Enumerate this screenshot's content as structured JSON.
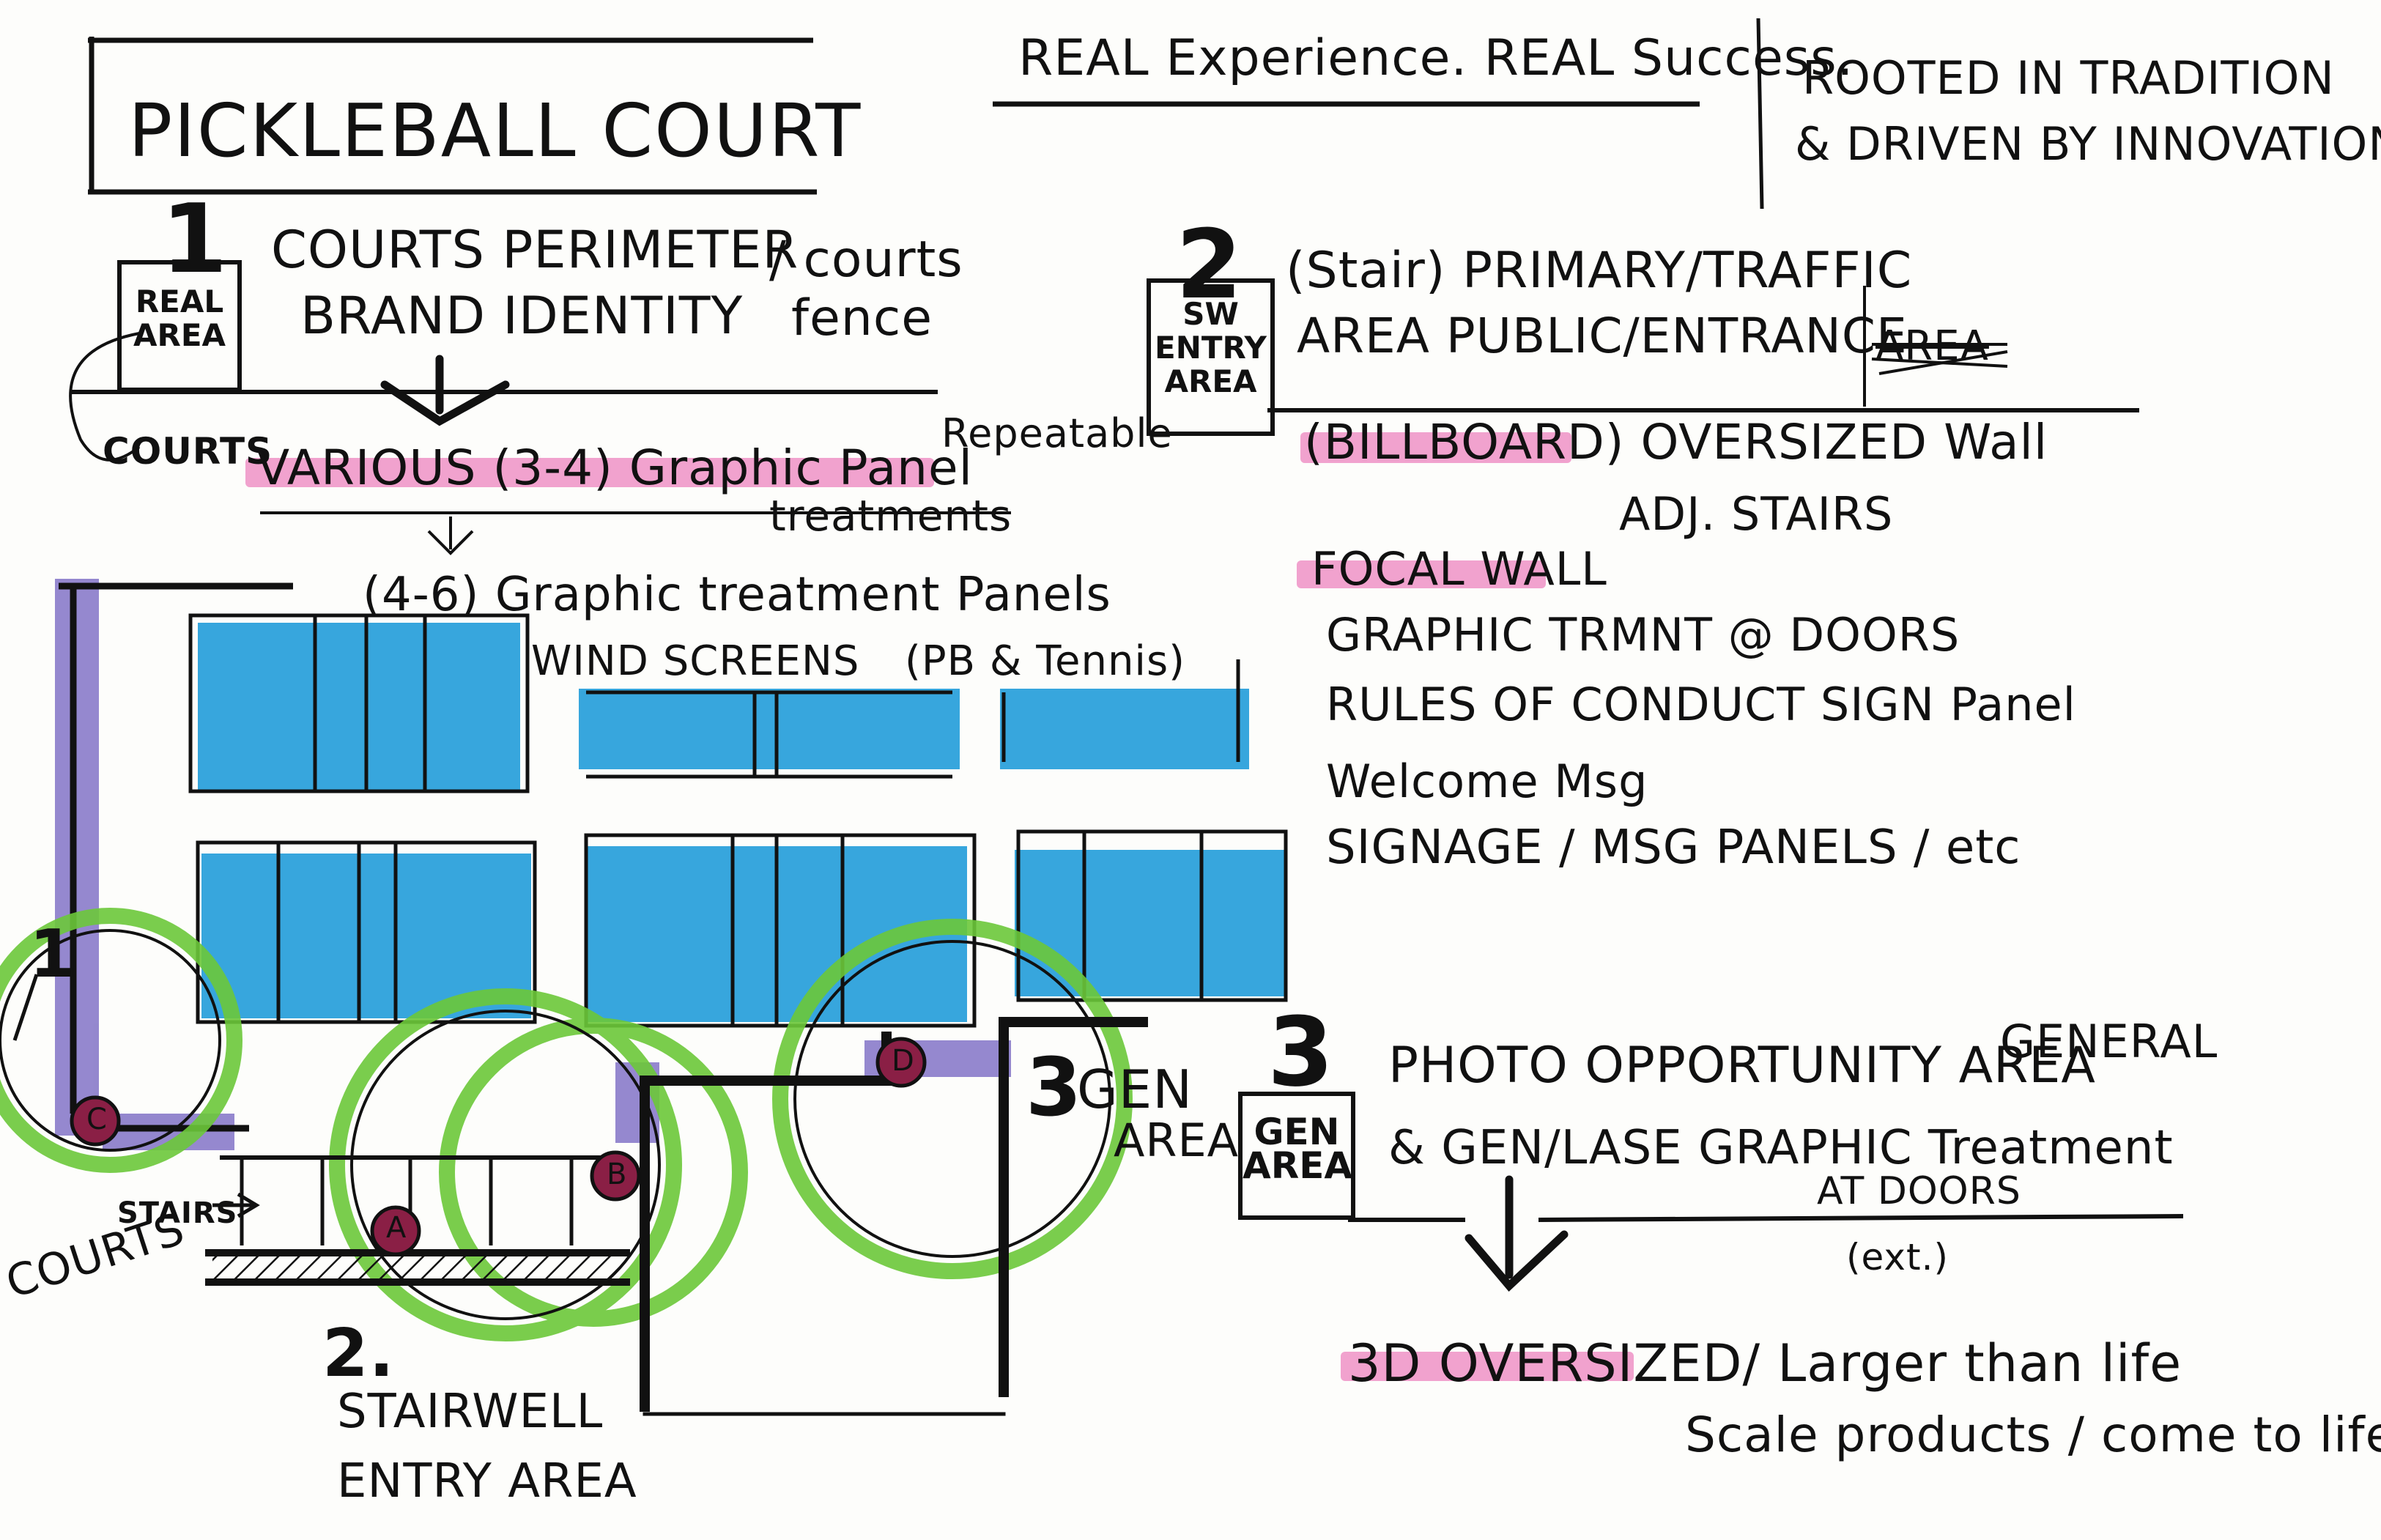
{
  "header": {
    "title": "PICKLEBALL COURT",
    "tagline": "REAL Experience. REAL Success.",
    "motto_line1": "ROOTED IN TRADITION",
    "motto_line2": "& DRIVEN BY INNOVATION"
  },
  "section1": {
    "number": "1",
    "box_label_line1": "REAL",
    "box_label_line2": "AREA",
    "line1": "COURTS PERIMETER",
    "line2": "BRAND IDENTITY",
    "side1": "/ courts",
    "side2": "fence",
    "courts_note": "COURTS",
    "bullet1": "VARIOUS (3-4) Graphic Panel",
    "bullet1_b": "treatments",
    "repeatable": "Repeatable",
    "sub1": "(4-6) Graphic treatment Panels",
    "sub2": "WIND SCREENS",
    "sub3": "(PB & Tennis)"
  },
  "section2": {
    "number": "2",
    "box_label_line1": "SW",
    "box_label_line2": "ENTRY",
    "box_label_line3": "AREA",
    "line1": "(Stair) PRIMARY/TRAFFIC",
    "line2": "AREA  PUBLIC/ENTRANCE",
    "struck": "AREA",
    "bullet1": "(BILLBOARD) OVERSIZED Wall",
    "bullet1_b": "ADJ. STAIRS",
    "bullet2": "FOCAL WALL",
    "items": [
      "GRAPHIC TRMNT @ DOORS",
      "RULES OF CONDUCT SIGN Panel",
      "Welcome Msg",
      "SIGNAGE / MSG PANELS / etc"
    ]
  },
  "section3": {
    "number": "3",
    "box_label_line1": "GEN",
    "box_label_line2": "AREA",
    "line1": "PHOTO OPPORTUNITY AREA",
    "general": "GENERAL",
    "line2": "& GEN/LASE GRAPHIC Treatment",
    "line3": "AT DOORS",
    "ext": "(ext.)",
    "bullet1": "3D OVERSIZED/ Larger than life",
    "bullet1_b": "Scale products / come to life"
  },
  "plan": {
    "stairs_label": "STAIRS",
    "courts_label": "COURTS",
    "marker_1": "1",
    "stairwell_num": "2.",
    "stairwell_line1": "STAIRWELL",
    "stairwell_line2": "ENTRY AREA",
    "gen_area_num": "3",
    "gen_area_label": "GEN",
    "gen_area_label2": "AREA",
    "circle_a": "A",
    "circle_b": "B",
    "circle_c": "C",
    "circle_d": "D"
  },
  "colors": {
    "ink": "#111111",
    "highlight_pink": "#e858aa",
    "marker_blue": "#1b9ad8",
    "marker_green": "#6cc83a",
    "marker_purple": "#7a6ac4",
    "dot_maroon": "#8a1f45"
  }
}
